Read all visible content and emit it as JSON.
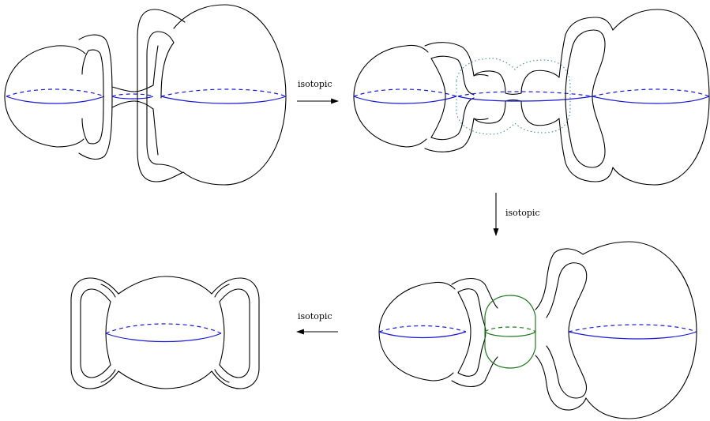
{
  "arrows": {
    "top_right": "isotopic",
    "down": "isotopic",
    "bottom_left": "isotopic"
  },
  "colors": {
    "equator": "#1a1ad6",
    "green_sphere": "#1e7a1e",
    "dotted_region": "#3a8f9e",
    "ink": "#000000"
  }
}
